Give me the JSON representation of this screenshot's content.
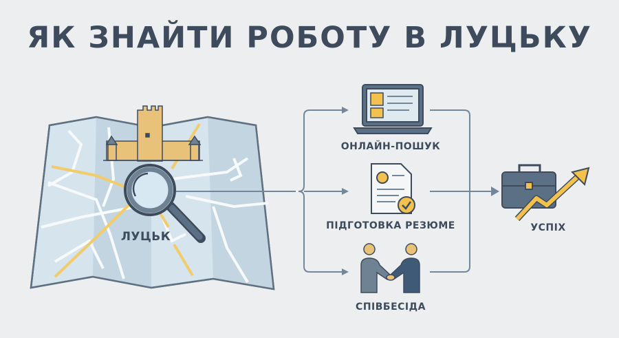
{
  "title": "ЯК ЗНАЙТИ РОБОТУ В ЛУЦЬКУ",
  "map": {
    "city_label": "ЛУЦЬК"
  },
  "steps": [
    {
      "label": "ОНЛАЙН-ПОШУК",
      "icon": "laptop-icon"
    },
    {
      "label": "ПІДГОТОВКА РЕЗЮМЕ",
      "icon": "resume-icon"
    },
    {
      "label": "СПІВБЕСІДА",
      "icon": "handshake-icon"
    }
  ],
  "result": {
    "label": "УСПІХ",
    "icon": "briefcase-growth-icon"
  },
  "colors": {
    "background": "#eceef0",
    "ink": "#3e4b5c",
    "line": "#6f8293",
    "accent": "#f2c14e",
    "map": "#cfe0ea"
  }
}
